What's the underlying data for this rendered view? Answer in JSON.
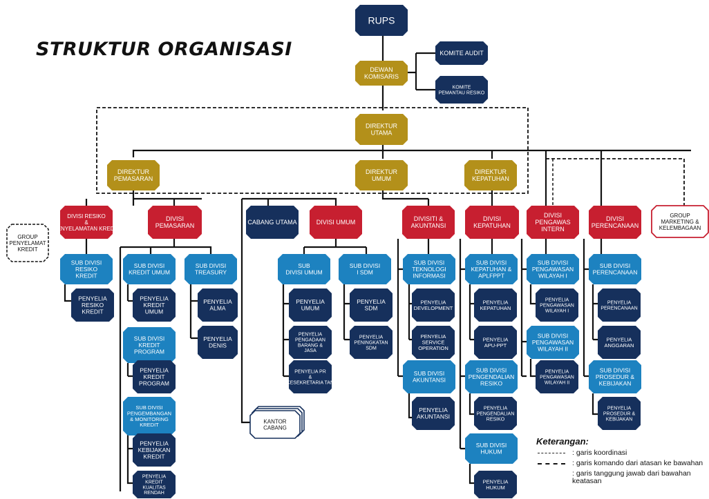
{
  "title": "STRUKTUR ORGANISASI",
  "colors": {
    "navy": "#16305c",
    "gold": "#b3901a",
    "red": "#c71f30",
    "blue": "#1d82c0",
    "line": "#111111"
  },
  "nodes": {
    "rups": "RUPS",
    "dewan": "DEWAN KOMISARIS",
    "komite_audit": "KOMITE AUDIT",
    "komite_resiko": "KOMITE PEMANTAU RESIKO",
    "dirut": "DIREKTUR UTAMA",
    "dir_pemasaran": "DIREKTUR PEMASARAN",
    "dir_umum": "DIREKTUR UMUM",
    "dir_kepatuhan": "DIREKTUR KEPATUHAN",
    "group_penyelamat": "GROUP PENYELAMAT KREDIT",
    "div_resiko": "DIVISI RESIKO & PENYELAMATAN KREDIT",
    "div_pemasaran": "DIVISI PEMASARAN",
    "cabang_utama": "CABANG UTAMA",
    "div_umum": "DIVISI UMUM",
    "div_ti": "DIVISITI & AKUNTANSI",
    "div_kepatuhan": "DIVISI KEPATUHAN",
    "div_pengawas": "DIVISI PENGAWAS INTERN",
    "div_perencanaan": "DIVISI PERENCANAAN",
    "group_marketing": "GROUP MARKETING & KELEMBAGAAN",
    "sub_resiko": "SUB DIVISI RESIKO KREDIT",
    "pen_resiko": "PENYELIA RESIKO KREDIT",
    "sub_kredit_umum": "SUB DIVISI KREDIT UMUM",
    "pen_kredit_umum": "PENYELIA KREDIT UMUM",
    "sub_kredit_program": "SUB DIVISI KREDIT PROGRAM",
    "pen_kredit_program": "PENYELIA KREDIT PROGRAM",
    "sub_pengembangan": "SUB DIVISI PENGEMBANGAN & MONITORING KREDIT",
    "pen_kebijakan_kredit": "PENYELIA KEBIJAKAN KREDIT",
    "pen_kualitas": "PENYELIA KREDIT KUALITAS RENDAH",
    "sub_treasury": "SUB DIVISI TREASURY",
    "pen_alma": "PENYELIA ALMA",
    "pen_denis": "PENYELIA DENIS",
    "kantor_cabang": "KANTOR CABANG",
    "sub_umum": "SUB DIVISI UMUM",
    "pen_umum": "PENYELIA UMUM",
    "pen_pengadaan": "PENYELIA PENGADAAN BARANG & JASA",
    "pen_pr": "PENYELIA PR & KESEKRETARIA TAN",
    "sub_sdm": "SUB DIVISI I SDM",
    "pen_sdm": "PENYELIA SDM",
    "pen_peningkatan_sdm": "PENYELIA PENINGKATAN SDM",
    "sub_ti": "SUB DIVISI TEKNOLOGI INFORMASI",
    "pen_development": "PENYELIA DEVELOPMENT",
    "pen_service": "PENYELIA SERVICE OPERATION",
    "sub_akuntansi": "SUB DIVISI AKUNTANSI",
    "pen_akuntansi": "PENYELIA AKUNTANSI",
    "sub_kepatuhan": "SUB DIVISI KEPATUHAN & APLFPPT",
    "pen_kepatuhan": "PENYELIA KEPATUHAN",
    "pen_apu": "PENYELIA APU-PPT",
    "sub_pengendalian": "SUB DIVISI PENGENDALIAN RESIKO",
    "pen_pengendalian": "PENYELIA PENGENDALIAN RESIKO",
    "sub_hukum": "SUB DIVISI HUKUM",
    "pen_hukum": "PENYELIA HUKUM",
    "sub_wil1": "SUB DIVISI PENGAWASAN WILAYAH I",
    "pen_wil1": "PENYELIA PENGAWASAN WILAYAH I",
    "sub_wil2": "SUB DIVISI PENGAWASAN WILAYAH II",
    "pen_wil2": "PENYELIA PENGAWASAN WILAYAH II",
    "sub_perencanaan": "SUB DIVISI PERENCANAAN",
    "pen_perencanaan": "PENYELIA PERENCANAAN",
    "pen_anggaran": "PENYELIA ANGGARAN",
    "sub_prosedur": "SUB DIVISI PROSEDUR & KEBIJAKAN",
    "pen_prosedur": "PENYELIA PROSEDUR & KEBIJAKAN"
  },
  "legend": {
    "heading": "Keterangan:",
    "items": [
      {
        "style": "dash-thin",
        "text": ": garis koordinasi"
      },
      {
        "style": "dash-thick",
        "text": ": garis komando dari atasan ke bawahan"
      },
      {
        "style": "solid",
        "text": ": garis tanggung jawab dari bawahan keatasan"
      }
    ]
  }
}
